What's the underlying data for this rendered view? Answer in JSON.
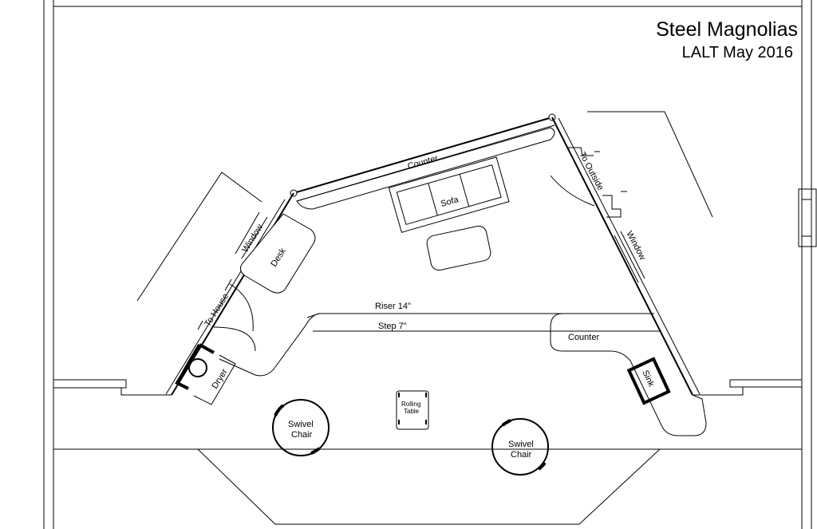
{
  "title": "Steel Magnolias",
  "subtitle": "LALT May 2016",
  "labels": {
    "counter_top": "Counter",
    "sofa": "Sofa",
    "to_outside": "To Outside",
    "window_left": "Window",
    "window_right": "Window",
    "desk": "Desk",
    "to_house": "To House",
    "riser": "Riser 14\"",
    "step": "Step 7\"",
    "counter_right": "Counter",
    "sink": "Sink",
    "dryer": "Dryer",
    "rolling_table_line1": "Rolling",
    "rolling_table_line2": "Table",
    "swivel_chair_left_line1": "Swivel",
    "swivel_chair_left_line2": "Chair",
    "swivel_chair_right_line1": "Swivel",
    "swivel_chair_right_line2": "Chair"
  }
}
